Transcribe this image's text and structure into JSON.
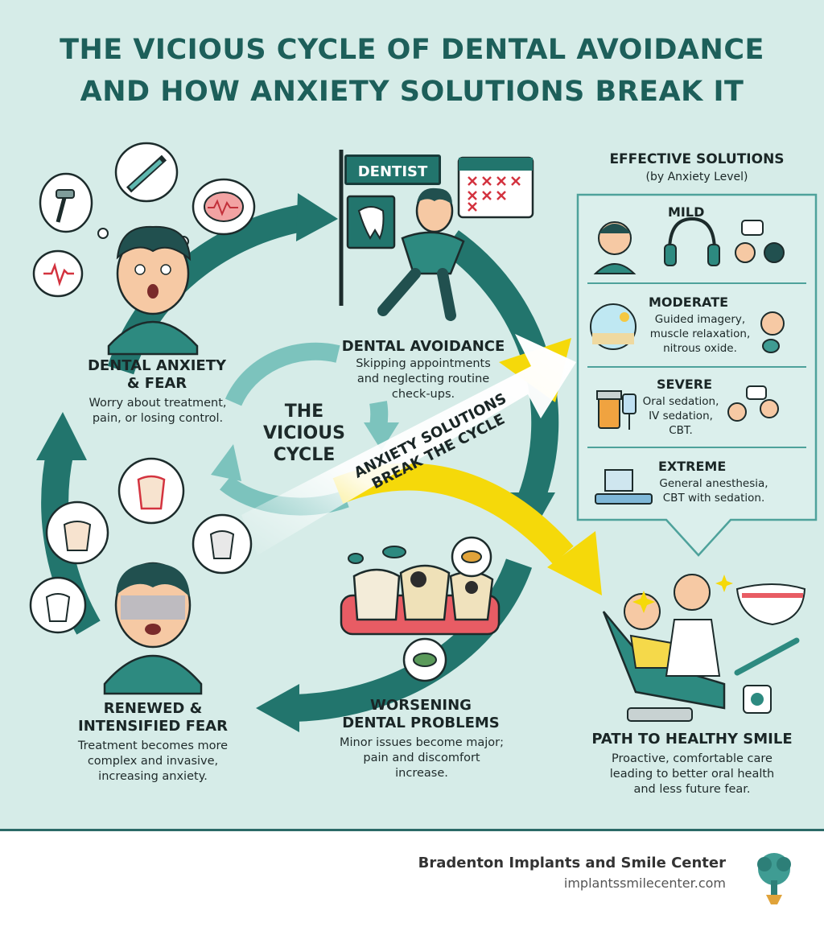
{
  "title": {
    "line1": "THE VICIOUS CYCLE OF DENTAL AVOIDANCE",
    "line2": "AND HOW ANXIETY SOLUTIONS BREAK IT"
  },
  "cycle": {
    "center_label": [
      "THE",
      "VICIOUS",
      "CYCLE"
    ],
    "stages": [
      {
        "heading": [
          "DENTAL ANXIETY",
          "& FEAR"
        ],
        "desc": [
          "Worry about treatment,",
          "pain, or losing control."
        ]
      },
      {
        "heading": [
          "DENTAL AVOIDANCE"
        ],
        "desc": [
          "Skipping appointments",
          "and neglecting routine",
          "check-ups."
        ]
      },
      {
        "heading": [
          "WORSENING",
          "DENTAL PROBLEMS"
        ],
        "desc": [
          "Minor issues become major;",
          "pain and discomfort",
          "increase."
        ]
      },
      {
        "heading": [
          "RENEWED &",
          "INTENSIFIED FEAR"
        ],
        "desc": [
          "Treatment becomes more",
          "complex and invasive,",
          "increasing anxiety."
        ]
      }
    ]
  },
  "sign_text": "DENTIST",
  "banner": [
    "ANXIETY SOLUTIONS",
    "BREAK THE CYCLE"
  ],
  "solutions": {
    "title": "EFFECTIVE SOLUTIONS",
    "subtitle": "(by Anxiety Level)",
    "levels": [
      {
        "name": "MILD",
        "desc": []
      },
      {
        "name": "MODERATE",
        "desc": [
          "Guided imagery,",
          "muscle relaxation,",
          "nitrous oxide."
        ]
      },
      {
        "name": "SEVERE",
        "desc": [
          "Oral sedation,",
          "IV sedation,",
          "CBT."
        ]
      },
      {
        "name": "EXTREME",
        "desc": [
          "General anesthesia,",
          "CBT with sedation."
        ]
      }
    ]
  },
  "outcome": {
    "heading": "PATH TO HEALTHY SMILE",
    "desc": [
      "Proactive, comfortable care",
      "leading to better oral health",
      "and less future fear."
    ]
  },
  "footer": {
    "name": "Bradenton Implants and Smile Center",
    "url": "implantssmilecenter.com"
  },
  "colors": {
    "teal_dark": "#22756d",
    "teal_light": "#7cc3bd",
    "yellow": "#f5d90a",
    "background": "#d6ece8"
  },
  "icons": [
    "dental-drill-icon",
    "syringe-icon",
    "brain-icon",
    "heartbeat-icon",
    "calendar-icon",
    "tooth-icon",
    "bacteria-icon",
    "headphones-icon",
    "beach-icon",
    "mask-icon",
    "pill-bottle-icon",
    "iv-bag-icon",
    "hospital-bed-icon",
    "dental-chair-icon",
    "toothbrush-icon",
    "floss-icon",
    "logo-tree-icon"
  ]
}
